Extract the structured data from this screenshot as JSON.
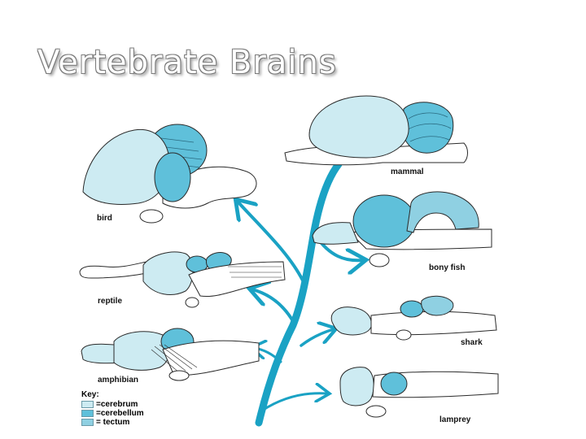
{
  "slide": {
    "title": "Vertebrate Brains"
  },
  "colors": {
    "cerebrum": "#cdebf2",
    "cerebellum": "#5fc0da",
    "tectum": "#8fd0e2",
    "tree": "#1aa2c4",
    "outline": "#2a2a2a"
  },
  "brains": [
    {
      "id": "bird",
      "label": "bird"
    },
    {
      "id": "reptile",
      "label": "reptile"
    },
    {
      "id": "amphibian",
      "label": "amphibian"
    },
    {
      "id": "mammal",
      "label": "mammal"
    },
    {
      "id": "bony-fish",
      "label": "bony fish"
    },
    {
      "id": "shark",
      "label": "shark"
    },
    {
      "id": "lamprey",
      "label": "lamprey"
    }
  ],
  "key": {
    "heading": "Key:",
    "items": [
      {
        "label": "=cerebrum",
        "color": "#cdebf2"
      },
      {
        "label": "=cerebellum",
        "color": "#5fc0da"
      },
      {
        "label": "= tectum",
        "color": "#8fd0e2"
      }
    ]
  }
}
